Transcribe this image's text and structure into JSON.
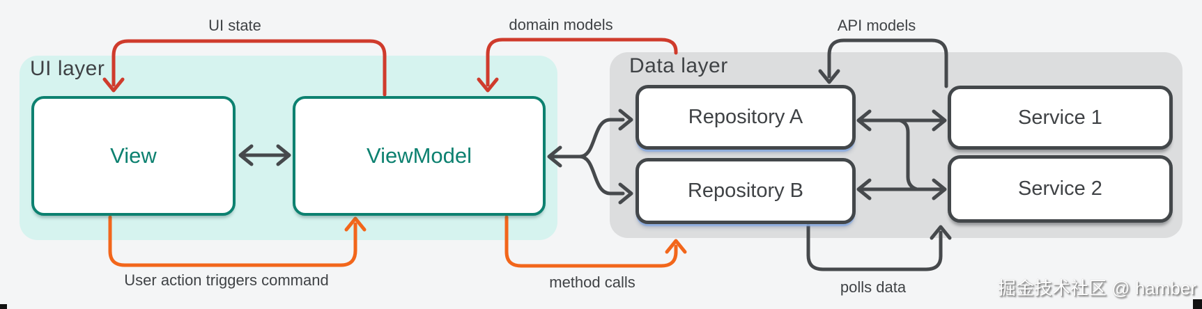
{
  "colors": {
    "background": "#f4f5f6",
    "ui_layer_bg": "#d6f3ef",
    "data_layer_bg": "#dcddde",
    "teal": "#0d8170",
    "dark": "#46494c",
    "red": "#cf3b2c",
    "orange": "#f2661b",
    "label_text": "#3f4245",
    "box_bg": "#ffffff"
  },
  "ui_layer": {
    "label": "UI layer",
    "boxes": {
      "view": "View",
      "viewmodel": "ViewModel"
    }
  },
  "data_layer": {
    "label": "Data layer",
    "boxes": {
      "repository_a": "Repository A",
      "repository_b": "Repository B",
      "service_1": "Service 1",
      "service_2": "Service 2"
    }
  },
  "arrow_labels": {
    "ui_state": "UI state",
    "domain_models": "domain models",
    "api_models": "API models",
    "user_action": "User action triggers command",
    "method_calls": "method calls",
    "polls_data": "polls data"
  },
  "watermark": "掘金技术社区 @ hamber"
}
